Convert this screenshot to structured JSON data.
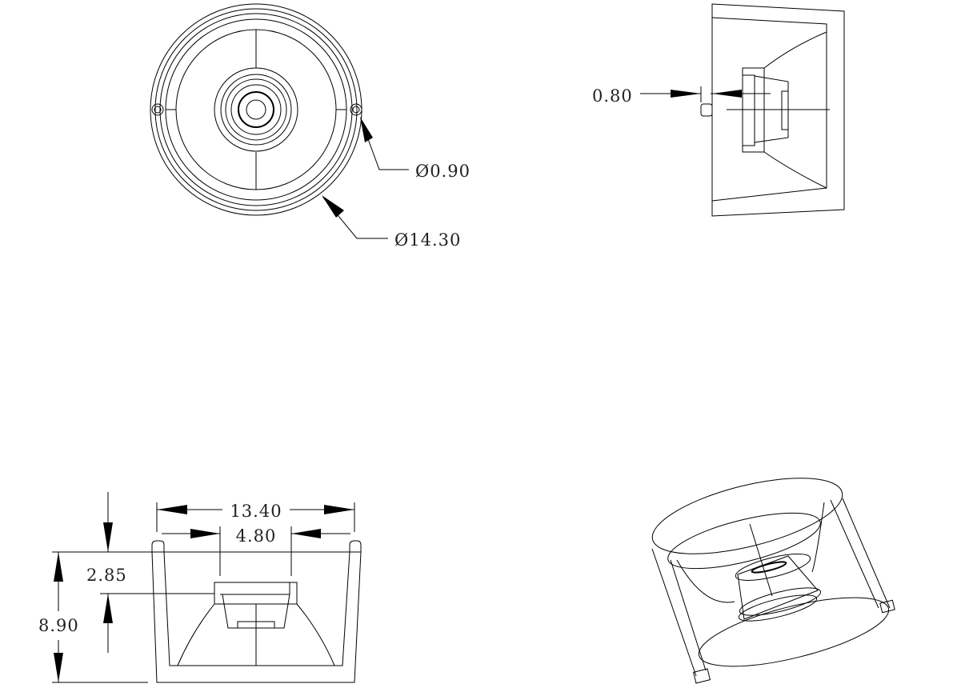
{
  "drawing": {
    "top_view": {
      "hole_diameter": "Ø0.90",
      "outer_diameter": "Ø14.30"
    },
    "side_view": {
      "pin_offset": "0.80"
    },
    "front_view": {
      "overall_width": "13.40",
      "lens_width": "4.80",
      "lens_depth": "2.85",
      "overall_height": "8.90"
    },
    "iso_view": {}
  },
  "colors": {
    "line": "#000000",
    "background": "#ffffff"
  }
}
